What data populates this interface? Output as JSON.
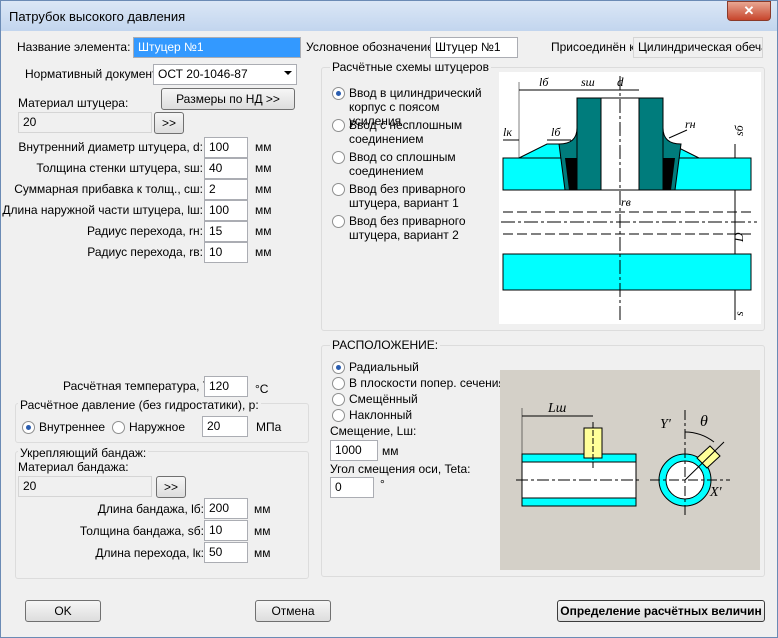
{
  "window": {
    "title": "Патрубок высокого давления",
    "close": "✕"
  },
  "element_name": {
    "label": "Название элемента:",
    "value": "Штуцер №1"
  },
  "designation": {
    "label": "Условное обозначение:",
    "value": "Штуцер №1"
  },
  "attached_to": {
    "label": "Присоединён к:",
    "value": "Цилиндрическая обечайка"
  },
  "norm_doc": {
    "label": "Нормативный документ:",
    "value": "ОСТ 20-1046-87"
  },
  "nd_button": "Размеры по НД >>",
  "material": {
    "label": "Материал штуцера:",
    "value": "20",
    "button": ">>"
  },
  "params": [
    {
      "label": "Внутренний диаметр штуцера, d:",
      "value": "100",
      "unit": "мм"
    },
    {
      "label": "Толщина стенки штуцера, sш:",
      "value": "40",
      "unit": "мм"
    },
    {
      "label": "Суммарная прибавка к толщ., сш:",
      "value": "2",
      "unit": "мм"
    },
    {
      "label": "Длина наружной части штуцера, lш:",
      "value": "100",
      "unit": "мм"
    },
    {
      "label": "Радиус перехода, rн:",
      "value": "15",
      "unit": "мм"
    },
    {
      "label": "Радиус перехода, rв:",
      "value": "10",
      "unit": "мм"
    }
  ],
  "schemes": {
    "title": "Расчётные схемы штуцеров",
    "options": [
      "Ввод в цилиндрический корпус с поясом усиления",
      "Ввод с несплошным соединением",
      "Ввод со сплошным соединением",
      "Ввод без приварного штуцера, вариант 1",
      "Ввод без приварного штуцера, вариант 2"
    ],
    "selected": 0
  },
  "scheme_fig": {
    "lb": "lб",
    "sш": "sш",
    "d": "d",
    "lk": "lк",
    "lb2": "lб",
    "rn": "rн",
    "sb": "sб",
    "rv": "rв",
    "D": "D",
    "s": "s"
  },
  "temperature": {
    "label": "Расчётная температура, T:",
    "value": "120",
    "unit": "°C"
  },
  "pressure": {
    "title": "Расчётное давление (без гидростатики), р:",
    "options": [
      "Внутреннее",
      "Наружное"
    ],
    "selected": 0,
    "value": "20",
    "unit": "МПа"
  },
  "bandage": {
    "title": "Укрепляющий бандаж:",
    "material_label": "Материал бандажа:",
    "material_value": "20",
    "button": ">>",
    "params": [
      {
        "label": "Длина бандажа, lб:",
        "value": "200",
        "unit": "мм"
      },
      {
        "label": "Толщина бандажа, sб:",
        "value": "10",
        "unit": "мм"
      },
      {
        "label": "Длина перехода, lк:",
        "value": "50",
        "unit": "мм"
      }
    ]
  },
  "location": {
    "title": "РАСПОЛОЖЕНИЕ:",
    "options": [
      "Радиальный",
      "В плоскости попер. сечения",
      "Смещённый",
      "Наклонный"
    ],
    "selected": 0,
    "offset_label": "Смещение, Lш:",
    "offset_value": "1000",
    "offset_unit": "мм",
    "angle_label": "Угол смещения оси, Teta:",
    "angle_value": "0",
    "angle_unit": "°"
  },
  "loc_fig": {
    "lsh": "Lш",
    "y": "Y'",
    "theta": "θ",
    "x": "X'"
  },
  "buttons": {
    "ok": "OK",
    "cancel": "Отмена",
    "calc": "Определение расчётных величин"
  },
  "colors": {
    "cyan": "#00ffff",
    "teal": "#007c7c",
    "sample_bg": "#d4d0c8",
    "yellow": "#ffff99"
  }
}
